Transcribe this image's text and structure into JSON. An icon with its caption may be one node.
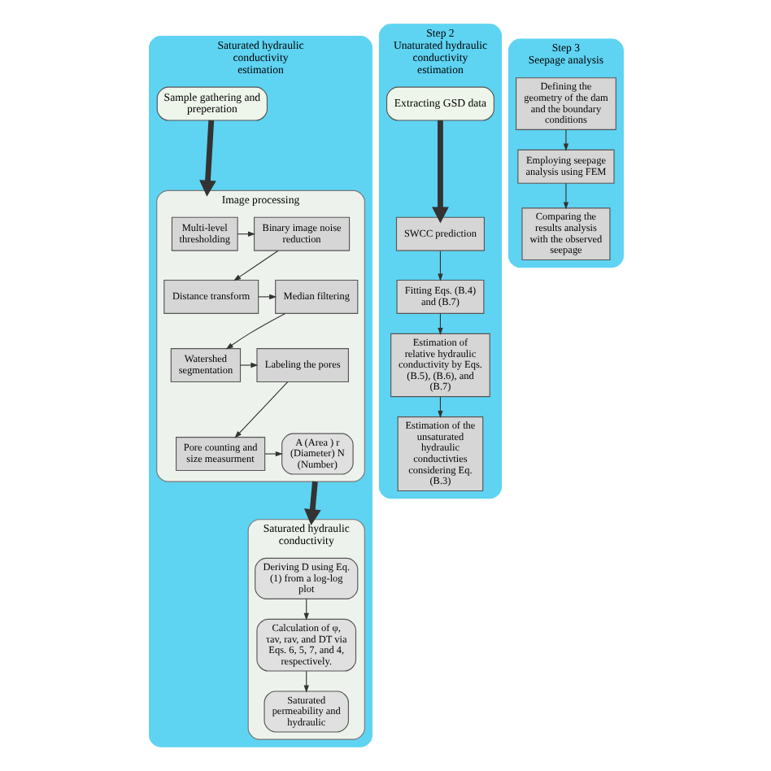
{
  "diagram": {
    "nodes": [
      {
        "text": [
          "Saturated hydraulic conductivity estimation"
        ]
      },
      {
        "text": [
          "Sample gathering and preperation"
        ],
        "in": 0
      },
      {
        "text": [
          "Image processing"
        ],
        "in": 0
      },
      {
        "text": [
          "Multi-level thresholding"
        ],
        "in": 2
      },
      {
        "text": [
          "Binary image noise reduction"
        ],
        "in": 2
      },
      {
        "text": [
          "Distance transform"
        ],
        "in": 2
      },
      {
        "text": [
          "Median filtering"
        ],
        "in": 2
      },
      {
        "text": [
          "Watershed segmentation"
        ],
        "in": 2
      },
      {
        "text": [
          "Labeling the pores"
        ],
        "in": 2
      },
      {
        "text": [
          "Pore counting and size measurment"
        ],
        "in": 2
      },
      {
        "text": [
          "A (Area ) r (Diameter) N (Number)"
        ],
        "in": 2
      },
      {
        "text": [
          "Saturated hydraulic conductivity"
        ],
        "in": 0
      },
      {
        "text": [
          "Deriving D using Eq. (1) from a log-log plot"
        ],
        "in": 11
      },
      {
        "text": [
          "Calculation of φ, τav, rav, and DT via Eqs. 6, 5, 7, and 4, respectively."
        ],
        "in": 11
      },
      {
        "text": [
          "Saturated permeability and hydraulic"
        ],
        "in": 11
      },
      {
        "text": [
          "Step 2",
          "Unaturated hydraulic conductivity estimation"
        ]
      },
      {
        "text": [
          "Extracting GSD data"
        ],
        "in": 15
      },
      {
        "text": [
          "SWCC prediction"
        ],
        "in": 15
      },
      {
        "text": [
          "Fitting Eqs. (B.4) and (B.7)"
        ],
        "in": 15
      },
      {
        "text": [
          "Estimation of relative hydraulic conductivity by Eqs. (B.5), (B.6), and (B.7)"
        ],
        "in": 15
      },
      {
        "text": [
          "Estimation of the unsaturated hydraulic conductivties considering Eq. (B.3)"
        ],
        "in": 15
      },
      {
        "text": [
          "Step 3",
          "Seepage analysis"
        ]
      },
      {
        "text": [
          "Defining the geometry of the dam and the boundary conditions"
        ],
        "in": 21
      },
      {
        "text": [
          "Employing seepage analysis using FEM"
        ],
        "in": 21
      },
      {
        "text": [
          "Comparing the results analysis with the observed seepage"
        ],
        "in": 21
      }
    ],
    "edges": [
      {
        "from": 1,
        "to": 2,
        "arrow": "to",
        "style": "thick"
      },
      {
        "from": 3,
        "to": 4,
        "arrow": "to"
      },
      {
        "from": 4,
        "to": 5,
        "arrow": "to"
      },
      {
        "from": 5,
        "to": 6,
        "arrow": "to"
      },
      {
        "from": 6,
        "to": 7,
        "arrow": "to"
      },
      {
        "from": 7,
        "to": 8,
        "arrow": "to"
      },
      {
        "from": 8,
        "to": 9,
        "arrow": "to"
      },
      {
        "from": 9,
        "to": 10,
        "arrow": "to"
      },
      {
        "from": 2,
        "to": 11,
        "arrow": "to",
        "style": "thick"
      },
      {
        "from": 12,
        "to": 13,
        "arrow": "to"
      },
      {
        "from": 13,
        "to": 14,
        "arrow": "to"
      },
      {
        "from": 16,
        "to": 17,
        "arrow": "to",
        "style": "thick"
      },
      {
        "from": 17,
        "to": 18,
        "arrow": "to"
      },
      {
        "from": 18,
        "to": 19,
        "arrow": "to"
      },
      {
        "from": 19,
        "to": 20,
        "arrow": "to"
      },
      {
        "from": 22,
        "to": 23,
        "arrow": "to"
      },
      {
        "from": 23,
        "to": 24,
        "arrow": "to"
      }
    ]
  }
}
